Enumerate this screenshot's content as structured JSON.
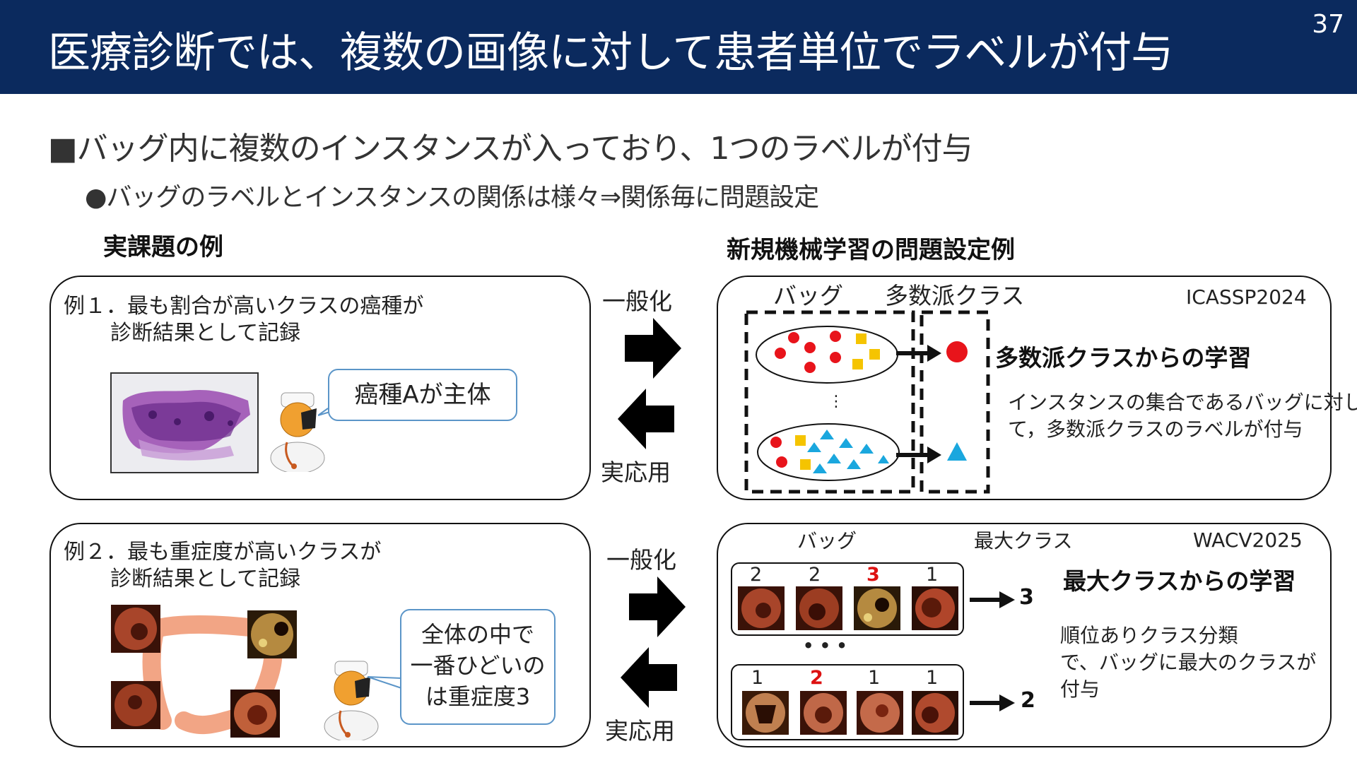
{
  "header": {
    "title": "医療診断では、複数の画像に対して患者単位でラベルが付与",
    "page_number": "37"
  },
  "bullets": {
    "level1": "■バッグ内に複数のインスタンスが入っており、1つのラベルが付与",
    "level2": "●バッグのラベルとインスタンスの関係は様々⇒関係毎に問題設定"
  },
  "sections": {
    "left": "実課題の例",
    "right": "新規機械学習の問題設定例"
  },
  "example1": {
    "line1": "例１．最も割合が高いクラスの癌種が",
    "line2": "診断結果として記録",
    "bubble": "癌種Aが主体"
  },
  "example2": {
    "line1": "例２．最も重症度が高いクラスが",
    "line2": "診断結果として記録",
    "bubble_lines": [
      "全体の中で",
      "一番ひどいの",
      "は重症度3"
    ]
  },
  "arrows": {
    "generalize": "一般化",
    "apply": "実応用"
  },
  "problem1": {
    "label_bag": "バッグ",
    "label_class": "多数派クラス",
    "venue": "ICASSP2024",
    "heading": "多数派クラスからの学習",
    "desc_lines": [
      "インスタンスの集合であるバッグに対し",
      "て，多数派クラスのラベルが付与"
    ],
    "ellipsis": "⋮"
  },
  "problem2": {
    "label_bag": "バッグ",
    "label_class": "最大クラス",
    "venue": "WACV2025",
    "heading": "最大クラスからの学習",
    "desc_lines": [
      "順位ありクラス分類",
      "で、バッグに最大のクラスが",
      "付与"
    ],
    "bag1_labels": [
      "2",
      "2",
      "3",
      "1"
    ],
    "bag1_result": "3",
    "bag2_labels": [
      "1",
      "2",
      "1",
      "1"
    ],
    "bag2_result": "2",
    "dots": "• • •"
  },
  "colors": {
    "header_bg": "#0b2a5e",
    "red": "#e8141b",
    "yellow": "#f5c400",
    "cyan": "#1aa7de",
    "bubble_border": "#5b95c8"
  }
}
